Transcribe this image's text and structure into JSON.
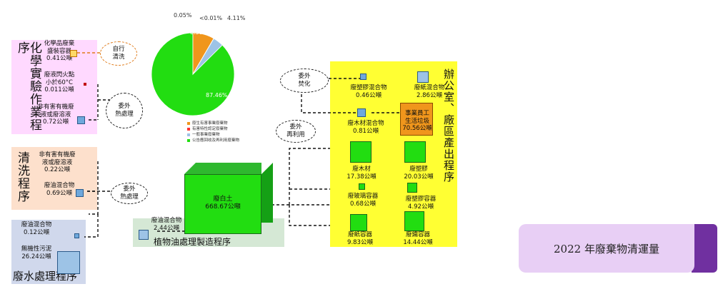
{
  "chart_data": {
    "type": "pie",
    "slices": [
      {
        "label": "87.46%",
        "value": 87.46,
        "color": "#22dd11"
      },
      {
        "label": "8.39%",
        "value": 8.39,
        "color": "#f0961c"
      },
      {
        "label": "0.05%",
        "value": 0.05,
        "color": "#ff3333"
      },
      {
        "label": "<0.01%",
        "value": 0.01,
        "color": "#aaaaaa"
      },
      {
        "label": "4.11%",
        "value": 4.11,
        "color": "#9dc3e6"
      }
    ],
    "legend": [
      {
        "label": "廢生有害事業廢棄物",
        "color": "#f0961c"
      },
      {
        "label": "有害特性認定廢棄物",
        "color": "#ff3333"
      },
      {
        "label": "一般事業廢棄物",
        "color": "#9dc3e6"
      },
      {
        "label": "公告應回收及再利用廢棄物",
        "color": "#22dd11"
      }
    ]
  },
  "sections": {
    "chem": {
      "title": "化學實驗作業程序",
      "bg": "#ffd9ff"
    },
    "clean": {
      "title": "清洗程序",
      "bg": "#fde0cc"
    },
    "water": {
      "title": "廢水處理程序",
      "bg": "#d0d8ec"
    },
    "oil": {
      "title": "植物油處理製造程序",
      "bg": "#d5e8d5"
    },
    "office": {
      "title": "辦公室、廠區產出程序",
      "bg": "#ffff33"
    }
  },
  "items": {
    "chem_container": "化學品廢棄\n盛裝容器\n0.41公噸",
    "flash": "廢液閃火點\n小於60°C\n0.011公噸",
    "nonhalo_chem": "非有害有機廢\n液或廢溶液\n0.72公噸",
    "nonhalo_clean": "非有害有機廢\n液或廢溶液\n0.22公噸",
    "oilmix_clean": "廢油混合物\n0.69公噸",
    "oilmix_water": "廢油混合物\n0.12公噸",
    "sludge": "無機性污泥\n26.24公噸",
    "oilmix_plant": "廢油混合物\n2.44公噸",
    "clay": "廢白土\n668.67公噸",
    "plastic_mix": "廢塑膠混合物\n0.46公噸",
    "paper_mix": "廢紙混合物\n2.86公噸",
    "wood_mix": "廢木材混合物\n0.81公噸",
    "domestic": "事業員工\n生活垃圾\n70.56公噸",
    "wood": "廢木材\n17.38公噸",
    "plastic": "廢塑膠\n20.03公噸",
    "glass": "廢玻璃容器\n0.68公噸",
    "plastic_container": "廢塑膠容器\n4.92公噸",
    "paper_container": "廢紙容器\n9.83公噸",
    "iron_container": "廢鐵容器\n14.44公噸"
  },
  "clouds": {
    "self_clean": "自行\n清洗",
    "heat1": "委外\n熱處理",
    "heat2": "委外\n熱處理",
    "outsource_chem": "委外\n焚化",
    "outsource_reuse": "委外\n再利用"
  },
  "caption": "2022 年廢棄物清運量",
  "caption_accent": "#7030a0",
  "caption_bg": "#e8cff5"
}
